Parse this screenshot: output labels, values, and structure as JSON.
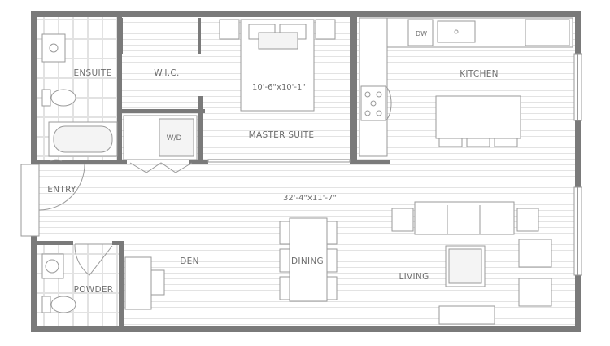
{
  "rooms": {
    "ensuite": "ENSUITE",
    "wic": "W.I.C.",
    "master_suite": "MASTER SUITE",
    "master_dim": "10'-6\"x10'-1\"",
    "kitchen": "KITCHEN",
    "dw": "DW",
    "wd": "W/D",
    "entry": "ENTRY",
    "main_dim": "32'-4\"x11'-7\"",
    "den": "DEN",
    "dining": "DINING",
    "living": "LIVING",
    "powder": "POWDER"
  },
  "colors": {
    "wall": "#7a7a7a",
    "floor_line": "#e3e3e3",
    "fixture_stroke": "#9a9a9a",
    "label": "#6f6f6f"
  }
}
